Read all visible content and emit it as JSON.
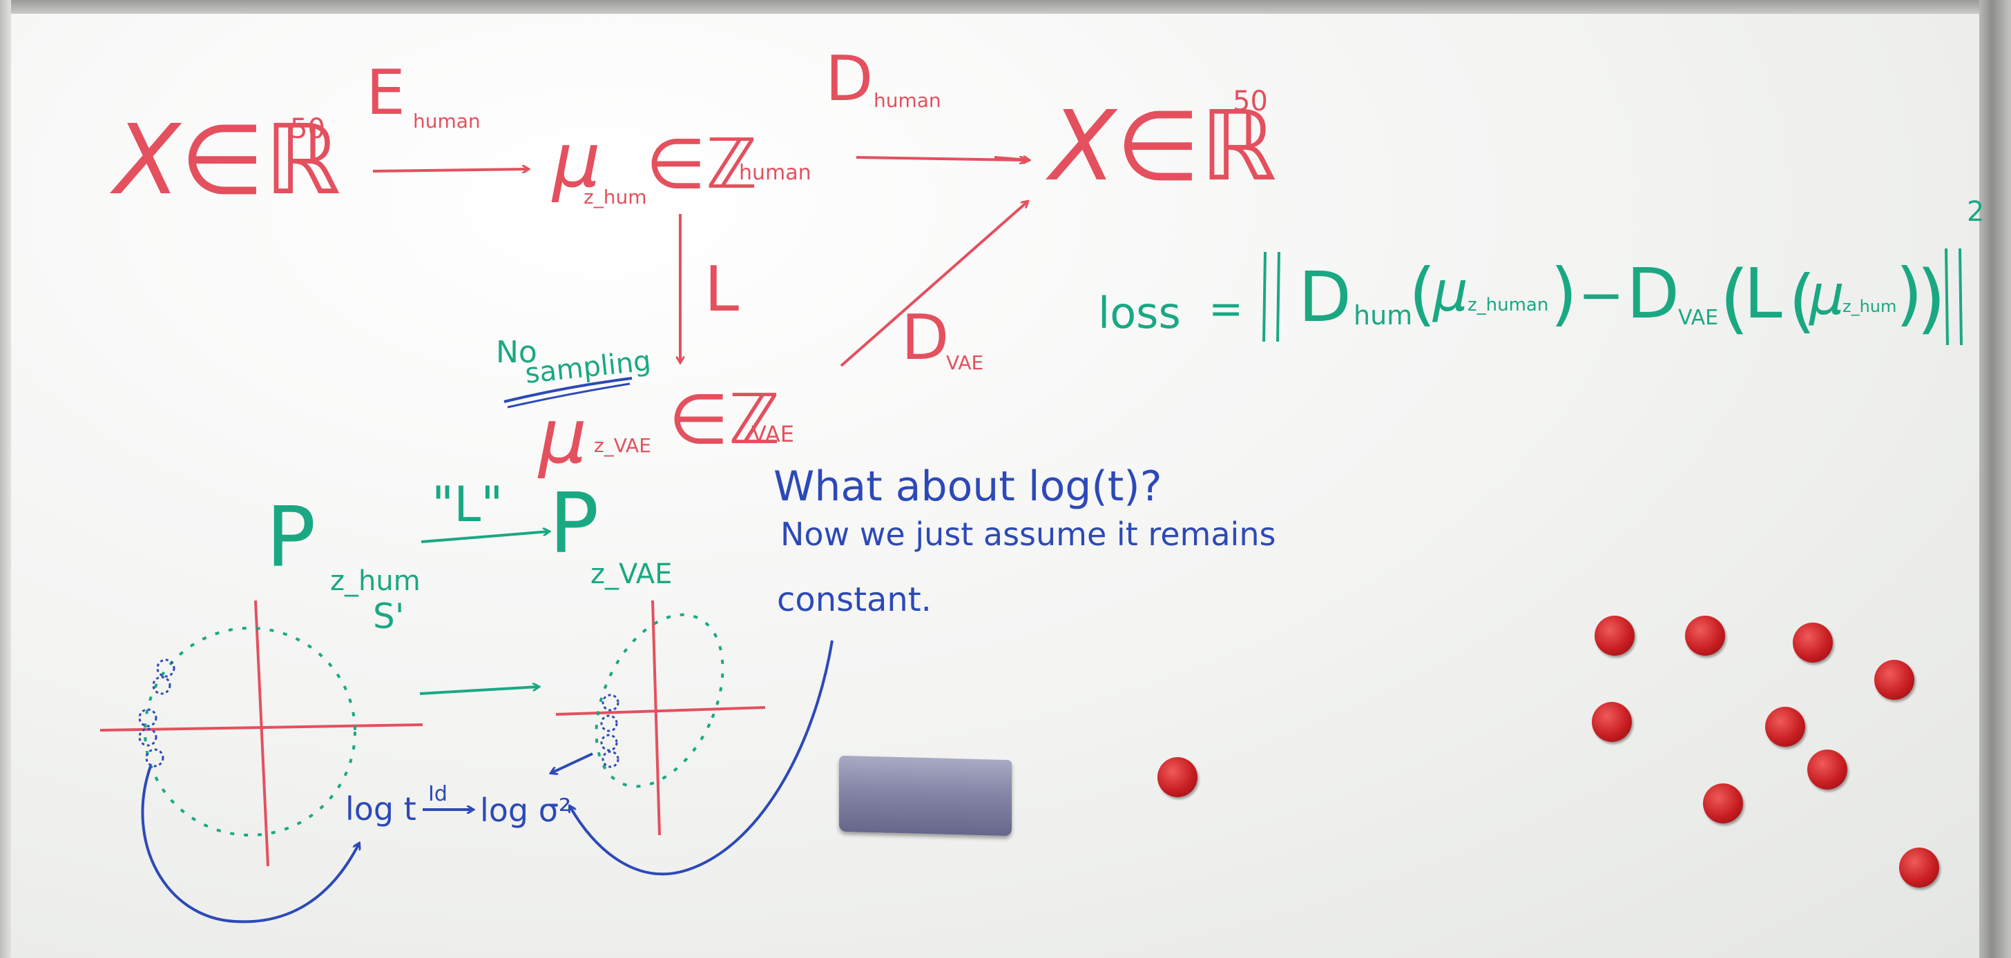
{
  "board": {
    "top_row": {
      "x_left": "X∈ℝ",
      "x_left_sup": "50",
      "e_label": "E",
      "e_sub": "human",
      "mu_z_human": "μ",
      "mu_z_human_sub": "z_hum",
      "in_z_human": "∈ℤ",
      "in_z_human_sub": "human",
      "d_label": "D",
      "d_sub": "human",
      "x_right": "X∈ℝ",
      "x_right_sup": "50"
    },
    "middle": {
      "l_label": "L",
      "d_vae": "D",
      "d_vae_sub": "VAE",
      "no_sampling_1": "No",
      "no_sampling_2": "sampling",
      "mu_z_vae": "μ",
      "mu_z_vae_sub": "z_VAE",
      "in_z_vae": "∈ℤ",
      "in_z_vae_sub": "VAE"
    },
    "loss": {
      "label": "loss",
      "eq": "=",
      "d_hum": "D",
      "d_hum_sub": "hum",
      "mu_human": "μ",
      "mu_human_sub": "z_human",
      "minus": "−",
      "d_vae": "D",
      "d_vae_sub": "VAE",
      "l": "L",
      "mu_hum": "μ",
      "mu_hum_sub": "z_hum",
      "exponent": "2"
    },
    "distribution": {
      "p_left": "P",
      "p_left_sub": "z_hum",
      "quote_l": "\"L\"",
      "p_right": "P",
      "p_right_sub": "z_VAE",
      "s_label": "S'"
    },
    "note": {
      "line1": "What about log(t)?",
      "line2": "Now we just assume it remains",
      "line3": "constant."
    },
    "log_row": {
      "log_t": "log t",
      "id_label": "Id",
      "log_sigma": "log σ²"
    }
  },
  "colors": {
    "red_marker": "#e4505e",
    "green_marker": "#1aa883",
    "blue_marker": "#2d49b8",
    "magnet": "#c81e22",
    "eraser": "#8586a6"
  },
  "objects": {
    "magnet_count": 10,
    "eraser_count": 1
  }
}
